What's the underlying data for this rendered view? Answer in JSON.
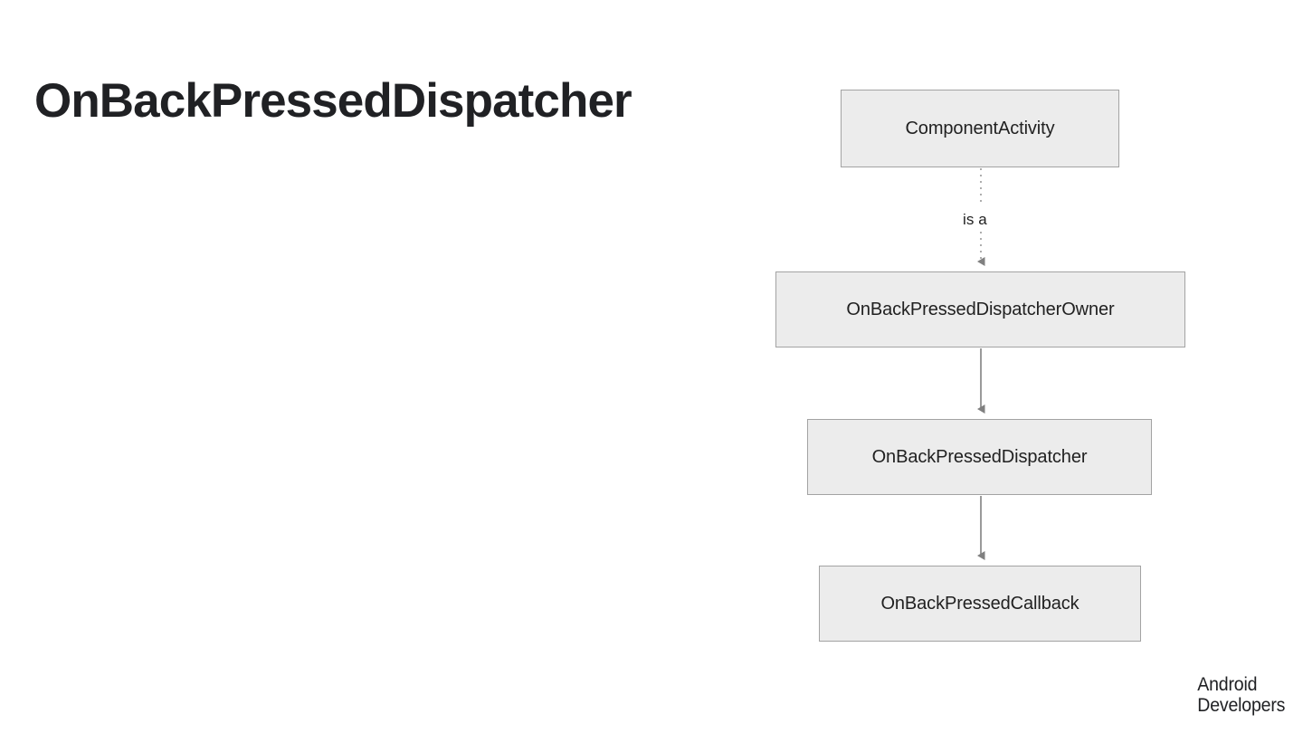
{
  "slide": {
    "title": "OnBackPressedDispatcher",
    "background_color": "#ffffff",
    "title_color": "#202124"
  },
  "diagram": {
    "type": "flow-hierarchy",
    "node_fill": "#ececec",
    "node_border": "#a3a3a3",
    "edge_color": "#808080",
    "nodes": [
      {
        "id": "component-activity",
        "label": "ComponentActivity"
      },
      {
        "id": "dispatcher-owner",
        "label": "OnBackPressedDispatcherOwner"
      },
      {
        "id": "dispatcher",
        "label": "OnBackPressedDispatcher"
      },
      {
        "id": "callback",
        "label": "OnBackPressedCallback"
      }
    ],
    "edges": [
      {
        "from": "component-activity",
        "to": "dispatcher-owner",
        "label": "is a",
        "style": "dotted"
      },
      {
        "from": "dispatcher-owner",
        "to": "dispatcher",
        "label": "",
        "style": "solid"
      },
      {
        "from": "dispatcher",
        "to": "callback",
        "label": "",
        "style": "solid"
      }
    ]
  },
  "brand": {
    "line1": "Android",
    "line2": "Developers"
  }
}
